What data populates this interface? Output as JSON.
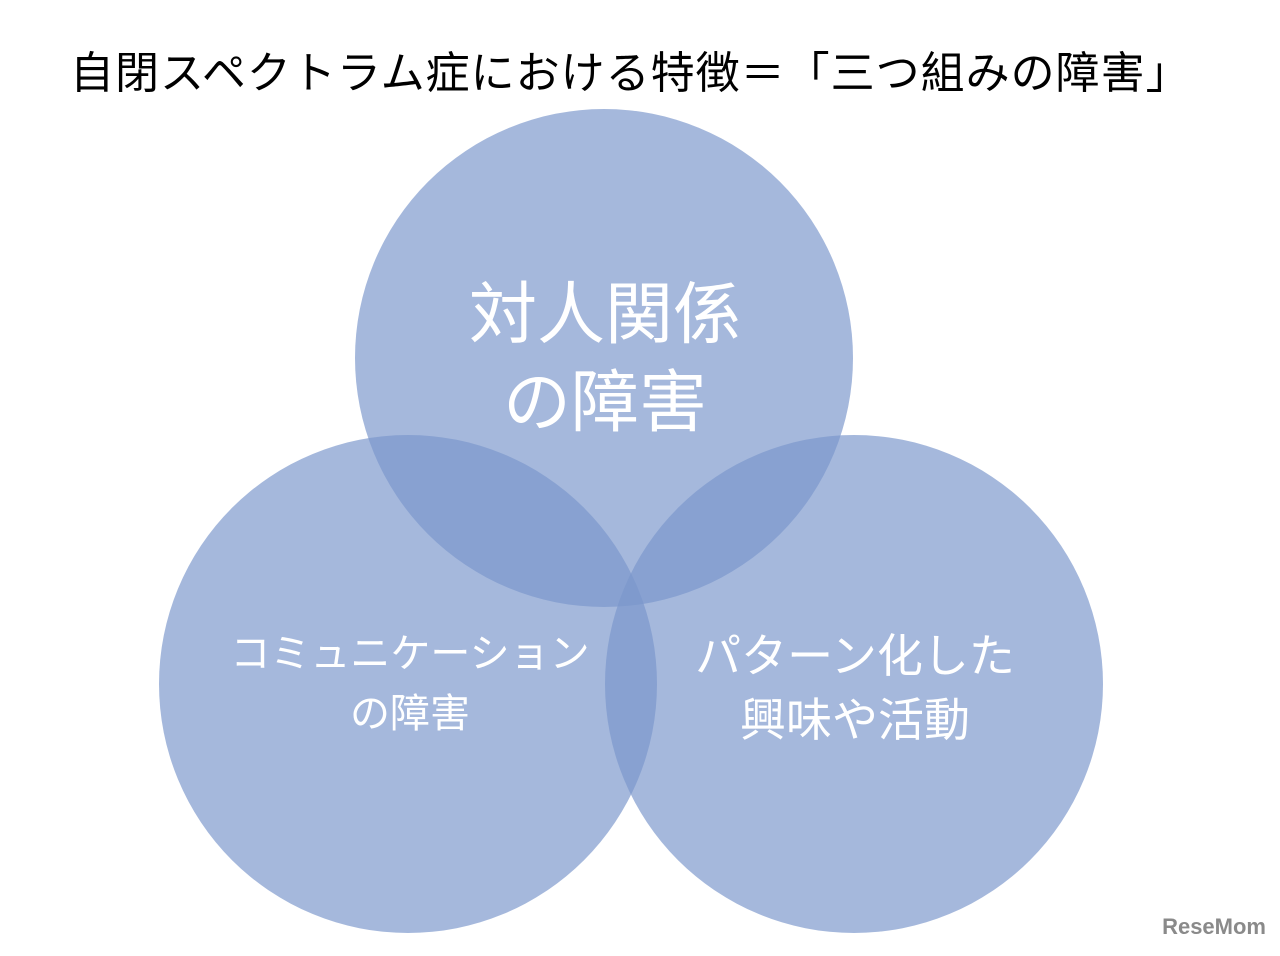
{
  "title": "自閉スペクトラム症における特徴＝「三つ組みの障害」",
  "circles": {
    "top": {
      "line1": "対人関係",
      "line2": "の障害"
    },
    "left": {
      "line1": "コミュニケーション",
      "line2": "の障害"
    },
    "right": {
      "line1": "パターン化した",
      "line2": "興味や活動"
    }
  },
  "colors": {
    "circle_fill": "#7a96cc",
    "text": "#ffffff"
  },
  "watermark": "ReseMom"
}
